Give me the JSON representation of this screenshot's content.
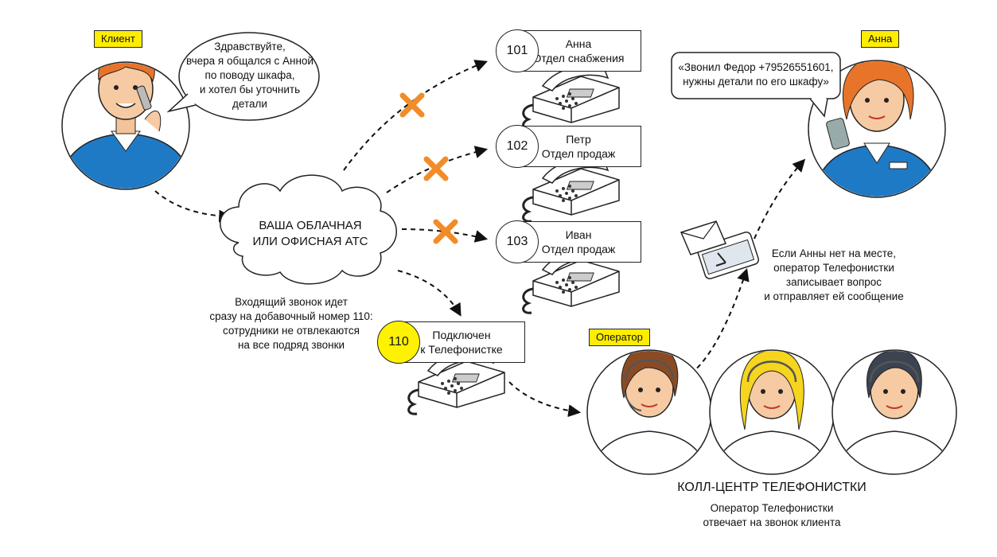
{
  "client": {
    "tag": "Клиент",
    "speech": [
      "Здравствуйте,",
      "вчера я общался с Анной",
      "по поводу шкафа,",
      "и хотел бы уточнить",
      "детали"
    ]
  },
  "anna": {
    "tag": "Анна",
    "speech": [
      "«Звонил Федор +79526551601,",
      "нужны детали по его шкафу»"
    ]
  },
  "operator": {
    "tag": "Оператор"
  },
  "pbx": {
    "line1": "ВАША ОБЛАЧНАЯ",
    "line2": "ИЛИ ОФИСНАЯ АТС"
  },
  "extensions": [
    {
      "number": "101",
      "name": "Анна",
      "dept": "Отдел снабжения"
    },
    {
      "number": "102",
      "name": "Петр",
      "dept": "Отдел продаж"
    },
    {
      "number": "103",
      "name": "Иван",
      "dept": "Отдел продаж"
    },
    {
      "number": "110",
      "name": "Подключен",
      "dept": "к Телефонистке"
    }
  ],
  "notes": {
    "incoming": [
      "Входящий звонок идет",
      "сразу на добавочный номер 110:",
      "сотрудники не отвлекаются",
      "на все подряд звонки"
    ],
    "absent": [
      "Если Анны нет на месте,",
      "оператор Телефонистки",
      "записывает вопрос",
      "и отправляет ей сообщение"
    ]
  },
  "callcenter": {
    "title": "КОЛЛ-ЦЕНТР ТЕЛЕФОНИСТКИ",
    "subtitle": [
      "Оператор Телефонистки",
      "отвечает на звонок клиента"
    ]
  },
  "colors": {
    "tag": "#ffed00",
    "cross": "#f28c28",
    "shirt": "#1f7ac6",
    "hair_orange": "#e8742a",
    "hair_brown": "#8a4b24",
    "hair_blond": "#f5d51e",
    "hair_dark": "#3b4450"
  }
}
